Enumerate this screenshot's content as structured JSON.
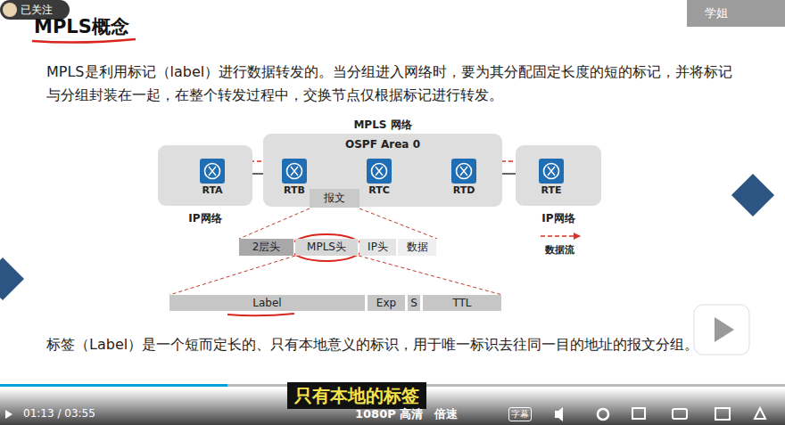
{
  "diagram": {
    "title": "MPLS概念",
    "nodes": [
      {
        "text": [
          "IP网络"
        ]
      },
      {
        "text": [
          "RTA"
        ],
        "in": 0
      },
      {
        "text": [
          "MPLS 网络",
          "OSPF Area 0"
        ]
      },
      {
        "text": [
          "RTB"
        ],
        "in": 2
      },
      {
        "text": [
          "RTC"
        ],
        "in": 2
      },
      {
        "text": [
          "RTD"
        ],
        "in": 2
      },
      {
        "text": [
          "报文"
        ],
        "in": 2
      },
      {
        "text": [
          "IP网络"
        ]
      },
      {
        "text": [
          "RTE"
        ],
        "in": 7
      },
      {
        "text": [
          "2层头"
        ]
      },
      {
        "text": [
          "MPLS头"
        ]
      },
      {
        "text": [
          "IP头"
        ]
      },
      {
        "text": [
          "数据"
        ]
      },
      {
        "text": [
          "Label"
        ]
      },
      {
        "text": [
          "Exp"
        ]
      },
      {
        "text": [
          "S"
        ]
      },
      {
        "text": [
          "TTL"
        ]
      }
    ],
    "edges": [
      {
        "from": 1,
        "to": 3,
        "arrow": "none"
      },
      {
        "from": 3,
        "to": 4,
        "arrow": "none"
      },
      {
        "from": 4,
        "to": 5,
        "arrow": "none"
      },
      {
        "from": 5,
        "to": 8,
        "arrow": "none"
      },
      {
        "from": 1,
        "to": 3,
        "arrow": "to"
      },
      {
        "from": 3,
        "to": 4,
        "arrow": "to"
      },
      {
        "from": 4,
        "to": 5,
        "arrow": "to"
      },
      {
        "from": 5,
        "to": 8,
        "arrow": "to"
      }
    ],
    "labels": [
      "MPLS是利用标记（label）进行数据转发的。当分组进入网络时，要为其分配固定长度的短的标记，并将标记与分组封装在一起，在整个转发过程中，交换节点仅根据标记进行转发。",
      "标签（Label）是一个短而定长的、只有本地意义的标识，用于唯一标识去往同一目的地址的报文分组。",
      "只有本地的标签",
      "已关注",
      "学姐",
      "01:13 / 03:55",
      "1080P 高清",
      "倍速",
      "字幕"
    ],
    "legend": [
      {
        "text": "数据流"
      }
    ]
  }
}
